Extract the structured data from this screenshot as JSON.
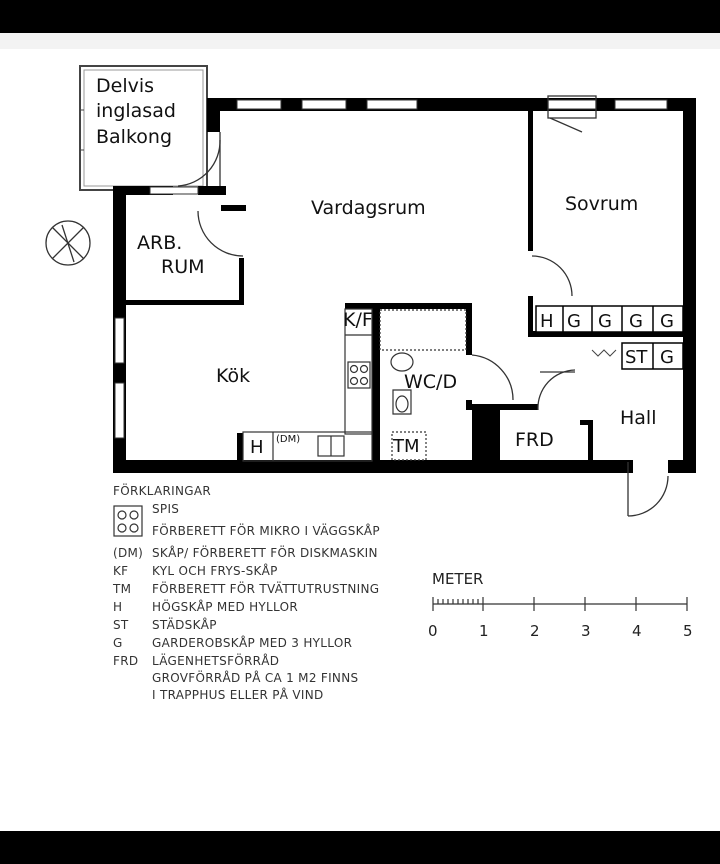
{
  "rooms": {
    "balcony_line1": "Delvis",
    "balcony_line2": "inglasad",
    "balcony_line3": "Balkong",
    "living": "Vardagsrum",
    "bedroom": "Sovrum",
    "study_line1": "ARB.",
    "study_line2": "RUM",
    "kitchen": "Kök",
    "bathroom": "WC/D",
    "storage": "FRD",
    "hall": "Hall",
    "laundry": "TM",
    "fridge": "K/F",
    "kitchen_tall": "H",
    "dishwasher": "(DM)"
  },
  "wardrobes": {
    "row1": [
      "H",
      "G",
      "G",
      "G",
      "G"
    ],
    "row2": [
      "ST",
      "G"
    ]
  },
  "legend": {
    "title": "FÖRKLARINGAR",
    "items": [
      {
        "key": "",
        "text": "SPIS"
      },
      {
        "key": "",
        "text": "FÖRBERETT FÖR MIKRO I VÄGGSKÅP"
      },
      {
        "key": "(DM)",
        "text": "SKÅP/ FÖRBERETT FÖR DISKMASKIN"
      },
      {
        "key": "KF",
        "text": "KYL OCH FRYS-SKÅP"
      },
      {
        "key": "TM",
        "text": "FÖRBERETT FÖR TVÄTTUTRUSTNING"
      },
      {
        "key": "H",
        "text": "HÖGSKÅP MED HYLLOR"
      },
      {
        "key": "ST",
        "text": "STÄDSKÅP"
      },
      {
        "key": "G",
        "text": "GARDEROBSKÅP MED 3 HYLLOR"
      },
      {
        "key": "FRD",
        "text": "LÄGENHETSFÖRRÅD"
      },
      {
        "key": "",
        "text": "GROVFÖRRÅD PÅ CA 1 M2 FINNS"
      },
      {
        "key": "",
        "text": "I TRAPPHUS ELLER PÅ VIND"
      }
    ]
  },
  "scale": {
    "label": "METER",
    "ticks": [
      "0",
      "1",
      "2",
      "3",
      "4",
      "5"
    ]
  }
}
